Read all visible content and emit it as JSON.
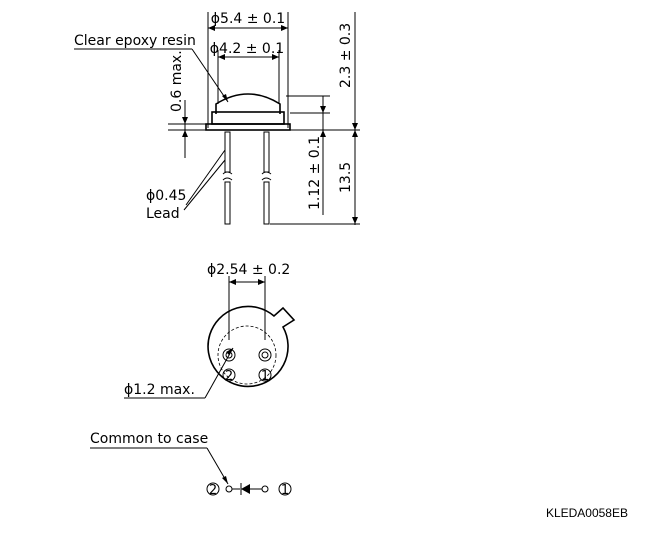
{
  "side_view": {
    "dia_outer": "ϕ5.4 ± 0.1",
    "dia_inner": "ϕ4.2 ± 0.1",
    "resin_label": "Clear epoxy resin",
    "height_dome": "0.6 max.",
    "height_total_top": "2.3 ± 0.3",
    "lead_length": "13.5",
    "flange": "1.12 ± 0.1",
    "lead_dia": "ϕ0.45",
    "lead_label": "Lead"
  },
  "bottom_view": {
    "pitch": "ϕ2.54 ± 0.2",
    "pin_dia": "ϕ1.2 max.",
    "pin2": "2",
    "pin1": "1"
  },
  "schematic": {
    "common_label": "Common to case",
    "pin2": "2",
    "pin1": "1"
  },
  "drawing_code": "KLEDA0058EB"
}
